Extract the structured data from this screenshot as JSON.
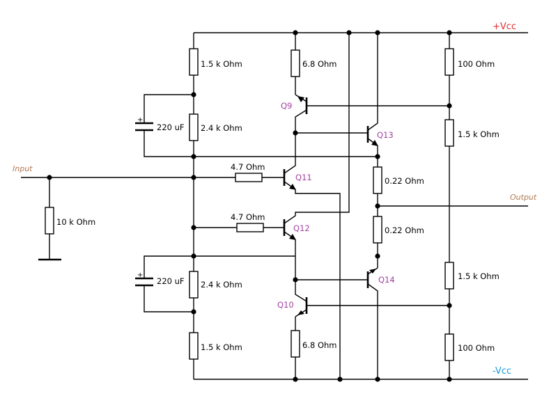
{
  "rails": {
    "positive": "+Vcc",
    "negative": "-Vcc"
  },
  "ports": {
    "input": "Input",
    "output": "Output"
  },
  "transistors": {
    "q9": "Q9",
    "q10": "Q10",
    "q11": "Q11",
    "q12": "Q12",
    "q13": "Q13",
    "q14": "Q14"
  },
  "components": {
    "r_bias_top_1": "1.5 k Ohm",
    "r_bias_top_2": "2.4 k Ohm",
    "r_bias_bot_2": "2.4 k Ohm",
    "r_bias_bot_1": "1.5 k Ohm",
    "c_top": "220 uF",
    "c_bot": "220 uF",
    "r_input": "10 k Ohm",
    "r_base_q11": "4.7  Ohm",
    "r_base_q12": "4.7  Ohm",
    "r_q9_emitter": "6.8  Ohm",
    "r_q10_emitter": "6.8  Ohm",
    "r_emitter_top": "0.22  Ohm",
    "r_emitter_bot": "0.22  Ohm",
    "r_right_top_1": "100  Ohm",
    "r_right_top_2": "1.5 k Ohm",
    "r_right_bot_2": "1.5 k Ohm",
    "r_right_bot_1": "100  Ohm"
  },
  "capacitor_polarity": "+",
  "colors": {
    "positive_rail": "#e03030",
    "negative_rail": "#1a9ae0",
    "transistor_label": "#a040a0",
    "port_label": "#b07850"
  }
}
